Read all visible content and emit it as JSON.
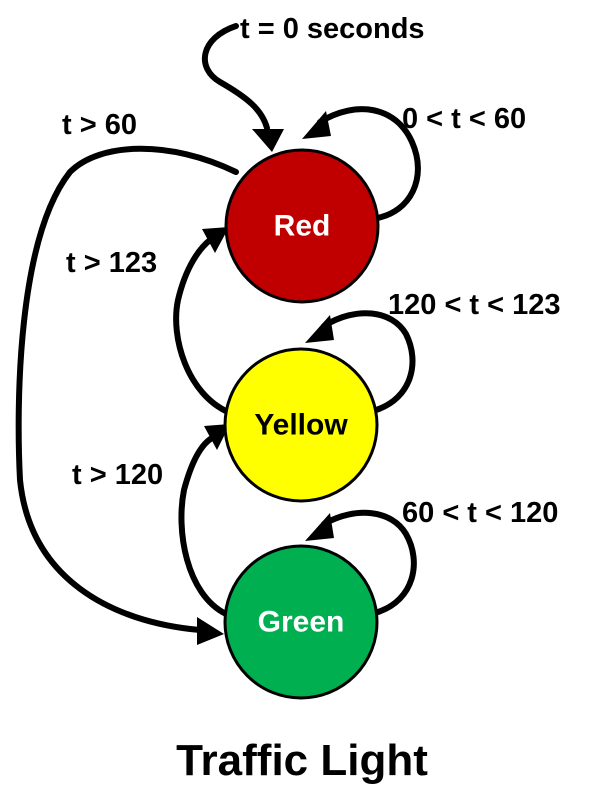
{
  "title": "Traffic Light",
  "states": {
    "red": {
      "label": "Red",
      "fill": "#c00000",
      "text_color": "#ffffff"
    },
    "yellow": {
      "label": "Yellow",
      "fill": "#ffff00",
      "text_color": "#000000"
    },
    "green": {
      "label": "Green",
      "fill": "#00b050",
      "text_color": "#ffffff"
    }
  },
  "transitions": {
    "initial": {
      "label": "t = 0 seconds",
      "target": "red"
    },
    "red_self": {
      "label": "0 < t < 60",
      "from": "red",
      "to": "red"
    },
    "red_to_green": {
      "label": "t > 60",
      "from": "red",
      "to": "green"
    },
    "yellow_to_red": {
      "label": "t > 123",
      "from": "yellow",
      "to": "red"
    },
    "yellow_self": {
      "label": "120 < t < 123",
      "from": "yellow",
      "to": "yellow"
    },
    "green_to_yellow": {
      "label": "t > 120",
      "from": "green",
      "to": "yellow"
    },
    "green_self": {
      "label": "60 < t < 120",
      "from": "green",
      "to": "green"
    }
  }
}
